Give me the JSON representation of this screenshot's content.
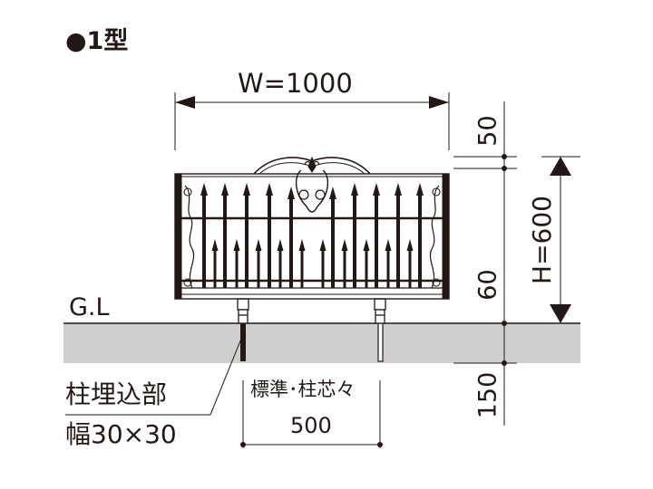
{
  "diagram": {
    "type_label": "●1型",
    "width_label": "W=1000",
    "height_label": "H=600",
    "top_gap": "50",
    "bottom_gap": "60",
    "embed_depth": "150",
    "ground_label": "G.L",
    "post_embed_label": "柱埋込部",
    "post_size_label": "幅30×30",
    "post_pitch_label": "標準･柱芯々",
    "post_pitch_value": "500"
  },
  "colors": {
    "line": "#231815",
    "ground": "#cfcfcf"
  }
}
